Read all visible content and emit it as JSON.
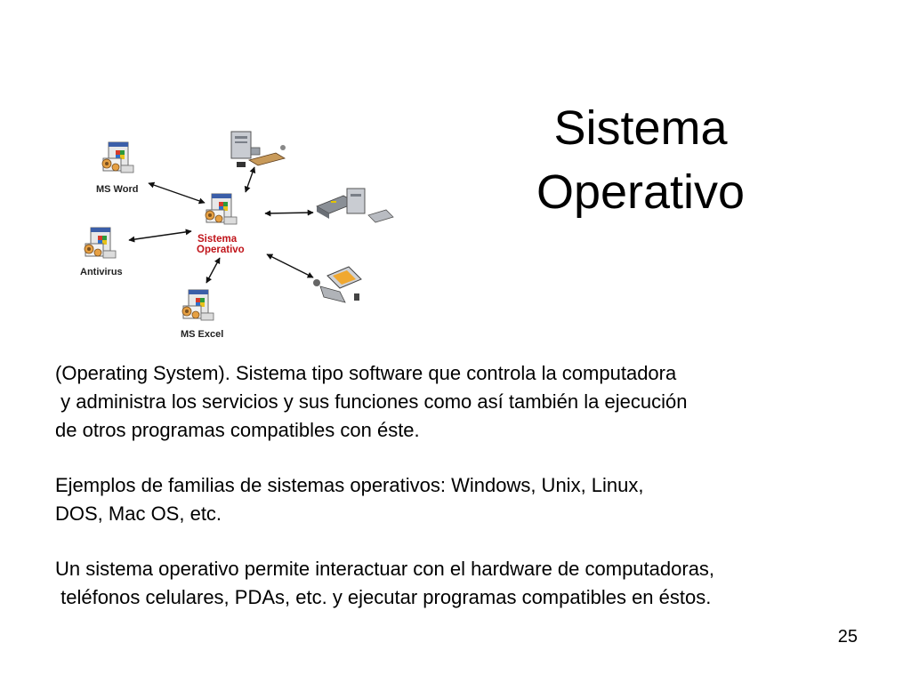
{
  "title": {
    "line1": "Sistema",
    "line2": "Operativo"
  },
  "diagram": {
    "center_label_line1": "Sistema",
    "center_label_line2": "Operativo",
    "nodes": {
      "word": "MS Word",
      "antivirus": "Antivirus",
      "excel": "MS Excel"
    },
    "icons": [
      "computer-icon",
      "scanner-icon",
      "laptop-icon",
      "application-icon"
    ],
    "accent_color": "#c0141a"
  },
  "body": {
    "paragraph1": [
      "(Operating System). Sistema tipo software que controla la computadora",
      " y administra los servicios y sus funciones como así también la ejecución",
      "de otros programas compatibles con éste."
    ],
    "paragraph2": [
      "Ejemplos de familias de sistemas operativos: Windows, Unix, Linux,",
      "DOS, Mac OS, etc."
    ],
    "paragraph3": [
      "Un sistema operativo permite interactuar con el hardware de computadoras,",
      " teléfonos celulares, PDAs, etc. y ejecutar programas compatibles en éstos."
    ]
  },
  "page_number": "25"
}
